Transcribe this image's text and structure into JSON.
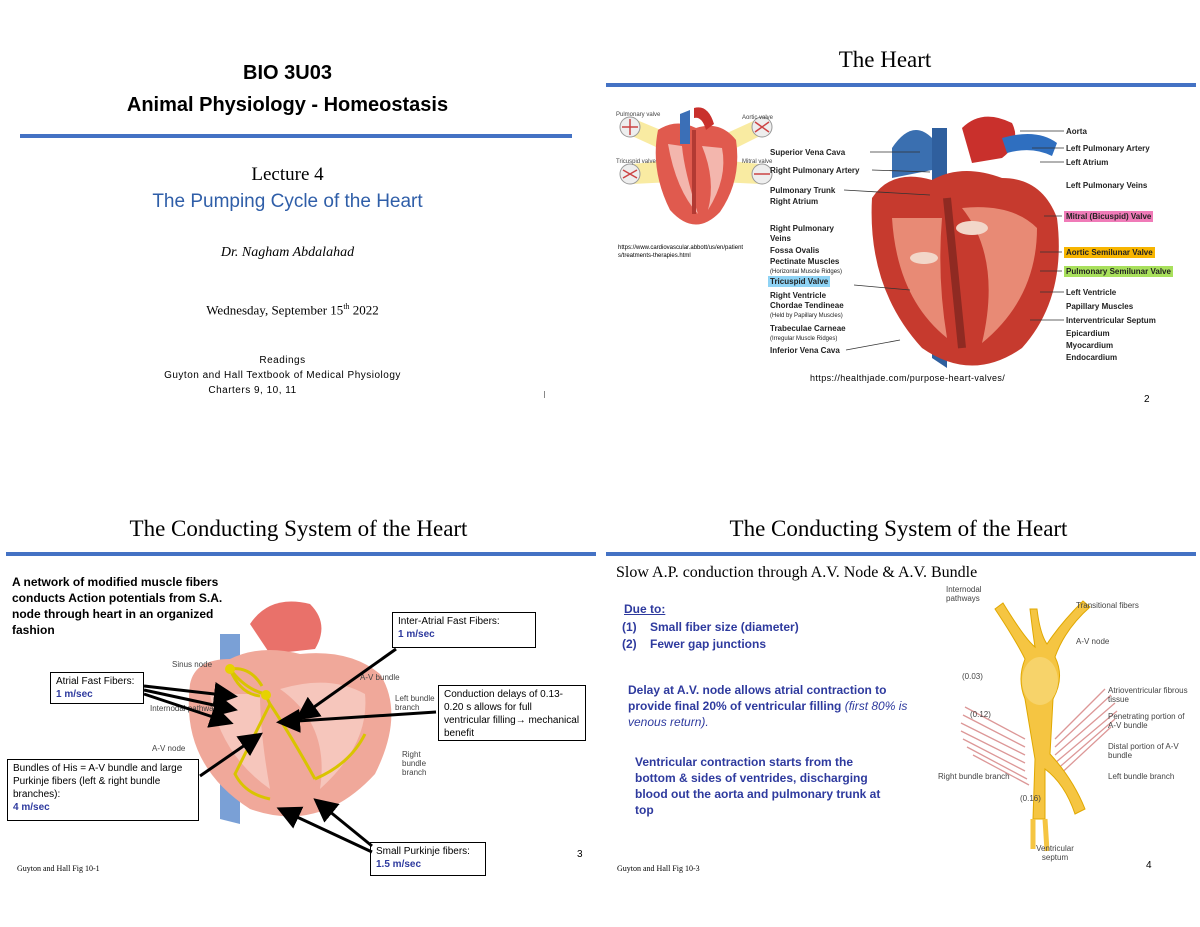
{
  "slide1": {
    "course_code": "BIO 3U03",
    "course_title": "Animal Physiology - Homeostasis",
    "lecture_label": "Lecture 4",
    "lecture_title": "The Pumping Cycle of the Heart",
    "instructor": "Dr. Nagham Abdalahad",
    "date_prefix": "Wednesday, September 15",
    "date_sup": "th",
    "date_suffix": " 2022",
    "readings_heading": "Readings",
    "readings_book": "Guyton and Hall Textbook of Medical Physiology",
    "readings_chapters": "Charters 9, 10, 11"
  },
  "slide2": {
    "title": "The Heart",
    "small_url": "https://www.cardiovascular.abbott/us/en/patients/treatments-therapies.html",
    "valve_labels": {
      "pulmonary": "Pulmonary valve",
      "aortic": "Aortic valve",
      "tricuspid": "Tricuspid valve",
      "mitral": "Mitral valve"
    },
    "left_labels": [
      {
        "text": "Superior Vena Cava"
      },
      {
        "text": "Right Pulmonary Artery"
      },
      {
        "text": "Pulmonary Trunk"
      },
      {
        "text": "Right Atrium"
      },
      {
        "text": "Right Pulmonary Veins"
      },
      {
        "text": "Fossa Ovalis"
      },
      {
        "text": "Pectinate Muscles",
        "sub": "(Horizontal Muscle Ridges)"
      },
      {
        "text": "Tricuspid Valve",
        "highlight": "blue"
      },
      {
        "text": "Right Ventricle"
      },
      {
        "text": "Chordae Tendineae",
        "sub": "(Held by Papillary Muscles)"
      },
      {
        "text": "Trabeculae Carneae",
        "sub": "(Irregular Muscle Ridges)"
      },
      {
        "text": "Inferior Vena Cava"
      }
    ],
    "right_labels": [
      {
        "text": "Aorta"
      },
      {
        "text": "Left Pulmonary Artery"
      },
      {
        "text": "Left Atrium"
      },
      {
        "text": "Left Pulmonary Veins"
      },
      {
        "text": "Mitral (Bicuspid) Valve",
        "highlight": "pink"
      },
      {
        "text": "Aortic Semilunar Valve",
        "highlight": "orange"
      },
      {
        "text": "Pulmonary Semilunar Valve",
        "highlight": "green"
      },
      {
        "text": "Left Ventricle"
      },
      {
        "text": "Papillary Muscles"
      },
      {
        "text": "Interventricular Septum"
      },
      {
        "text": "Epicardium"
      },
      {
        "text": "Myocardium"
      },
      {
        "text": "Endocardium"
      }
    ],
    "source_url": "https://healthjade.com/purpose-heart-valves/",
    "page_number": "2"
  },
  "slide3": {
    "title": "The Conducting System of the Heart",
    "intro": "A network of modified muscle fibers conducts Action potentials from S.A. node through heart in an organized fashion",
    "inter_atrial_label": "Inter-Atrial Fast Fibers:",
    "inter_atrial_speed": "1 m/sec",
    "atrial_label": "Atrial Fast Fibers:",
    "atrial_speed": "1 m/sec",
    "delay_note": "Conduction delays of 0.13-0.20 s allows for full ventricular filling→ mechanical benefit",
    "bundle_label": "Bundles of His = A-V bundle and large Purkinje fibers (left & right bundle branches):",
    "bundle_speed": "4 m/sec",
    "small_purkinje_label": "Small Purkinje fibers:",
    "small_purkinje_speed": "1.5 m/sec",
    "diagram_labels": {
      "sinus": "Sinus node",
      "internodal": "Internodal pathways",
      "av_node": "A-V node",
      "av_bundle": "A-V bundle",
      "left_branch": "Left bundle branch",
      "right_branch": "Right bundle branch"
    },
    "citation": "Guyton and Hall Fig 10-1",
    "page_number": "3"
  },
  "slide4": {
    "title": "The Conducting System of the Heart",
    "subtitle": "Slow A.P. conduction through A.V. Node & A.V. Bundle",
    "due_to": "Due to:",
    "reasons": [
      {
        "num": "(1)",
        "text": "Small fiber size (diameter)"
      },
      {
        "num": "(2)",
        "text": "Fewer gap junctions"
      }
    ],
    "delay_text": "Delay at A.V. node allows atrial contraction to provide final 20% of ventricular filling",
    "delay_italic": "(first 80% is venous return).",
    "ventricular_text": "Ventricular contraction starts from the bottom & sides of ventrides, discharging blood out the aorta and pulmonary trunk at top",
    "diagram_labels": {
      "internodal": "Internodal pathways",
      "transitional": "Transitional fibers",
      "av_node": "A-V node",
      "t003": "(0.03)",
      "av_fibrous": "Atrioventricular fibrous tissue",
      "t012": "(0.12)",
      "penetrating": "Penetrating portion of A-V bundle",
      "distal": "Distal portion of A-V bundle",
      "right_branch": "Right bundle branch",
      "left_branch": "Left bundle branch",
      "t016": "(0.16)",
      "septum": "Ventricular septum"
    },
    "citation": "Guyton and Hall Fig 10-3",
    "page_number": "4"
  }
}
